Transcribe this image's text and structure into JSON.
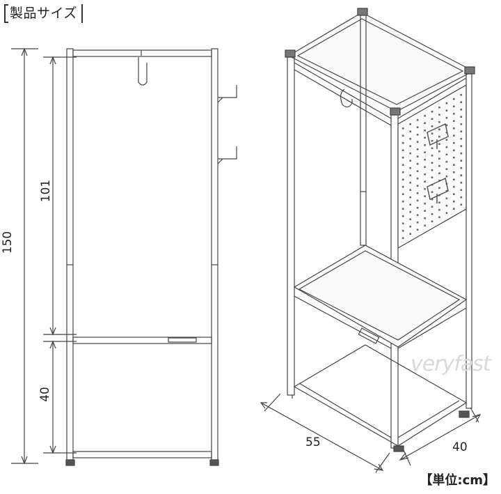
{
  "title": "製品サイズ",
  "dimensions": {
    "total_height": "150",
    "upper_height": "101",
    "lower_height": "40",
    "width": "55",
    "depth": "40"
  },
  "unit_label": "【単位:cm】",
  "watermark": "veryfast"
}
